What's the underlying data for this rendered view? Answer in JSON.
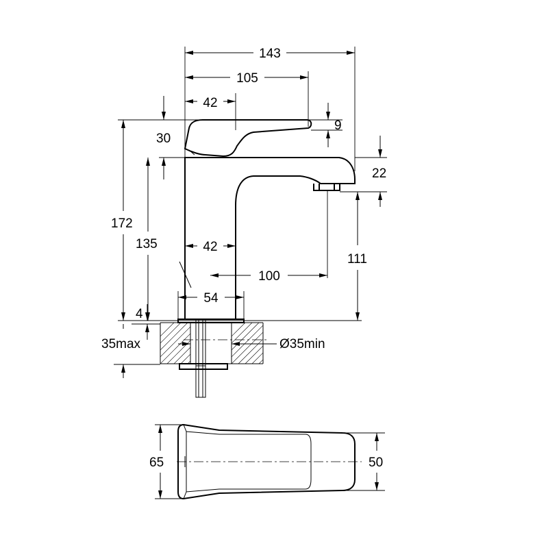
{
  "dimensions": {
    "overall_length": "143",
    "lever_length": "105",
    "lever_base_width": "42",
    "lever_tip_thickness": "9",
    "lever_height": "30",
    "spout_thickness": "22",
    "total_height": "172",
    "spout_height": "135",
    "body_width": "42",
    "spout_reach": "100",
    "outlet_height": "111",
    "base_diameter": "54",
    "base_thickness": "4",
    "max_deck_thickness": "35max",
    "min_hole_diameter": "Ø35min",
    "plan_length": "65",
    "plan_width": "50"
  }
}
